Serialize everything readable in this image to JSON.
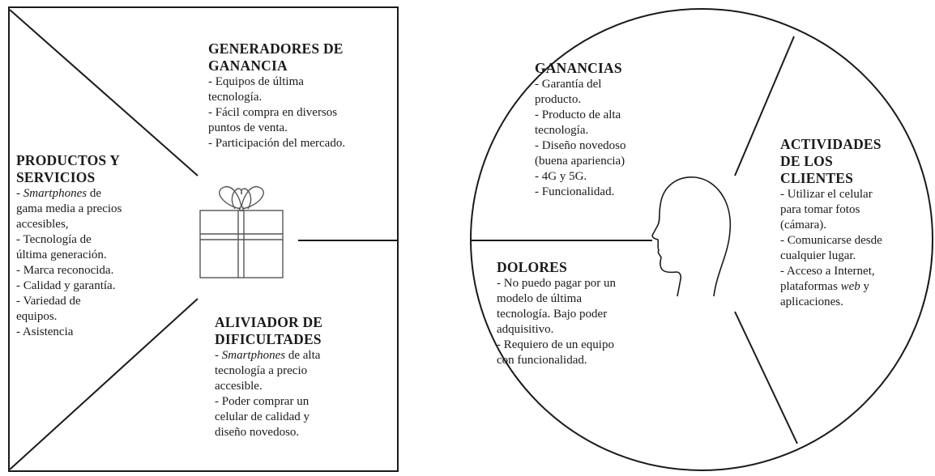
{
  "square": {
    "generadores": {
      "title": [
        "GENERADORES DE",
        "GANANCIA"
      ],
      "lines": [
        "- Equipos de última",
        "tecnología.",
        "- Fácil compra en diversos",
        "puntos de venta.",
        "- Participación del mercado."
      ]
    },
    "productos": {
      "title": [
        "PRODUCTOS Y",
        "SERVICIOS"
      ],
      "line1_em": "Smartphones",
      "line1_rest": " de",
      "lines": [
        "gama media a precios",
        "accesibles,",
        "- Tecnología de",
        "última generación.",
        "-  Marca reconocida.",
        "- Calidad y garantía.",
        "- Variedad de",
        "equipos.",
        "- Asistencia"
      ]
    },
    "aliviador": {
      "title": [
        "ALIVIADOR DE",
        "DIFICULTADES"
      ],
      "line1_em": "Smartphones",
      "line1_rest": " de alta",
      "lines": [
        "tecnología a precio",
        "accesible.",
        "- Poder comprar un",
        "celular de calidad y",
        "diseño novedoso."
      ]
    }
  },
  "circle": {
    "ganancias": {
      "title": "GANANCIAS",
      "lines": [
        "- Garantía del",
        "producto.",
        "- Producto de alta",
        "tecnología.",
        "- Diseño novedoso",
        "(buena apariencia)",
        "- 4G y 5G.",
        "- Funcionalidad."
      ]
    },
    "dolores": {
      "title": "DOLORES",
      "lines": [
        "- No puedo pagar por un",
        "modelo de última",
        "tecnología. Bajo poder",
        "adquisitivo.",
        "- Requiero de un equipo",
        "con funcionalidad."
      ]
    },
    "actividades": {
      "title": [
        "ACTIVIDADES",
        "DE LOS",
        "CLIENTES"
      ],
      "lines_a": [
        "- Utilizar el celular",
        "para tomar fotos",
        "(cámara).",
        "- Comunicarse desde",
        "cualquier lugar.",
        "- Acceso a Internet,"
      ],
      "web_pre": "plataformas ",
      "web_em": "web",
      "web_post": " y",
      "lines_b": [
        "aplicaciones."
      ]
    }
  },
  "icons": [
    "gift-icon",
    "head-profile-icon"
  ]
}
